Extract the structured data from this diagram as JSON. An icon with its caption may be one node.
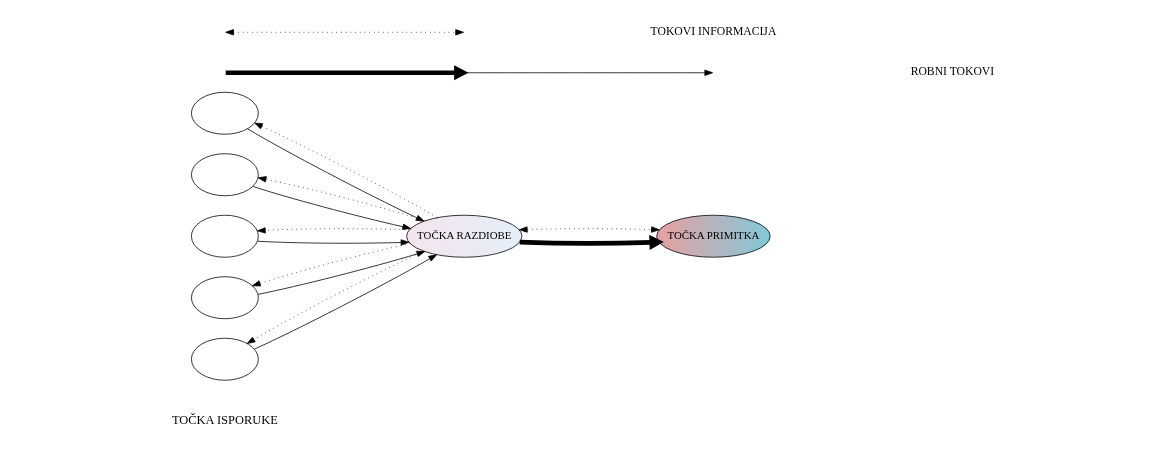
{
  "diagram": {
    "nodes": [
      {
        "text": [],
        "shape": "circle"
      },
      {
        "text": [],
        "shape": "circle"
      },
      {
        "text": [],
        "shape": "circle"
      },
      {
        "text": [],
        "shape": "circle"
      },
      {
        "text": [],
        "shape": "circle"
      },
      {
        "text": [
          "TOČKA RAZDIOBE"
        ]
      },
      {
        "text": [
          "TOČKA PRIMITKA"
        ]
      }
    ],
    "edges": [
      {
        "from": 0,
        "to": 5,
        "arrow": "to"
      },
      {
        "from": 5,
        "to": 0,
        "arrow": "to",
        "style": "dashed"
      },
      {
        "from": 1,
        "to": 5,
        "arrow": "to"
      },
      {
        "from": 5,
        "to": 1,
        "arrow": "to",
        "style": "dashed"
      },
      {
        "from": 2,
        "to": 5,
        "arrow": "to"
      },
      {
        "from": 5,
        "to": 2,
        "arrow": "to",
        "style": "dashed"
      },
      {
        "from": 3,
        "to": 5,
        "arrow": "to"
      },
      {
        "from": 5,
        "to": 3,
        "arrow": "to",
        "style": "dashed"
      },
      {
        "from": 4,
        "to": 5,
        "arrow": "to"
      },
      {
        "from": 5,
        "to": 4,
        "arrow": "to",
        "style": "dashed"
      },
      {
        "from": 5,
        "to": 6,
        "arrow": "to",
        "style": "thick"
      },
      {
        "from": 5,
        "to": 6,
        "arrow": "both",
        "style": "dashed"
      }
    ],
    "labels": [
      "TOČKA ISPORUKE"
    ],
    "legend": [
      {
        "text": "ROBNI TOKOVI"
      },
      {
        "text": "TOKOVI INFORMACIJA"
      }
    ]
  }
}
